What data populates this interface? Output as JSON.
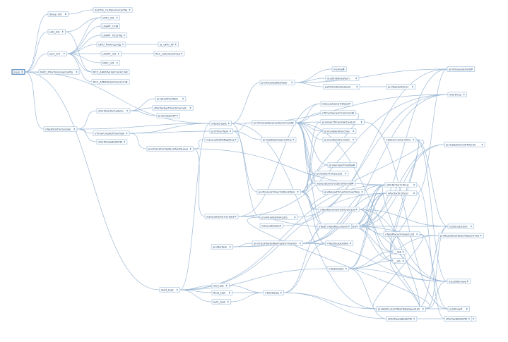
{
  "nodes": [
    {
      "id": "n0",
      "label": "main"
    },
    {
      "id": "n1",
      "label": "delay_init"
    },
    {
      "id": "n2",
      "label": "LED_Init"
    },
    {
      "id": "n3",
      "label": "uart_init"
    },
    {
      "id": "n4",
      "label": "NVIC_PriorityGroupConfig"
    },
    {
      "id": "n5",
      "label": "vTaskStartScheduler"
    },
    {
      "id": "n6",
      "label": "start_task"
    },
    {
      "id": "n7",
      "label": "SysTick_CLKSourceConfig"
    },
    {
      "id": "n8",
      "label": "GPIO_Init"
    },
    {
      "id": "n9",
      "label": "USART_Cmd"
    },
    {
      "id": "n10",
      "label": "USART_ITConfig"
    },
    {
      "id": "n11",
      "label": "GPIO_PinAFConfig"
    },
    {
      "id": "n12",
      "label": "USART_Init"
    },
    {
      "id": "n13",
      "label": "NVIC_Init"
    },
    {
      "id": "n14",
      "label": "RCC_AHB1PeriphClockCmd"
    },
    {
      "id": "n15",
      "label": "RCC_APB2PeriphClockCmd"
    },
    {
      "id": "n16",
      "label": "IS_GPIO_AF"
    },
    {
      "id": "n17",
      "label": "RCC_GetClocksFreq"
    },
    {
      "id": "n18",
      "label": "xPortStartScheduler"
    },
    {
      "id": "n19",
      "label": "prvStartFirstTask"
    },
    {
      "id": "n20",
      "label": "vPortSetupTimerInterrupt"
    },
    {
      "id": "n21",
      "label": "prvEnableVFP"
    },
    {
      "id": "n22",
      "label": "xTimerCreateTimerTask"
    },
    {
      "id": "n23",
      "label": "vPortRaiseBASEPRI"
    },
    {
      "id": "n24",
      "label": "prvCheckForValidListAndQueue"
    },
    {
      "id": "n25",
      "label": "xTaskCreate"
    },
    {
      "id": "n26",
      "label": "prvTimerTask"
    },
    {
      "id": "n27",
      "label": "vQueueAddToRegistry"
    },
    {
      "id": "n28",
      "label": "xQueueGenericCreate"
    },
    {
      "id": "n29",
      "label": "xTaskDelay"
    },
    {
      "id": "n30",
      "label": "led_task"
    },
    {
      "id": "n31",
      "label": "float_task"
    },
    {
      "id": "n32",
      "label": "led1_task"
    },
    {
      "id": "n33",
      "label": "prvInitialiseNewTask"
    },
    {
      "id": "n34",
      "label": "prvProcessReceivedCommands"
    },
    {
      "id": "n35",
      "label": "prvGetNextExpireTime"
    },
    {
      "id": "n36",
      "label": "prvSampleTimeNow"
    },
    {
      "id": "n37",
      "label": "xQueueGenericReset"
    },
    {
      "id": "n38",
      "label": "memset"
    },
    {
      "id": "n39",
      "label": "vListInitialiseItem"
    },
    {
      "id": "n40",
      "label": "pxPortInitialiseStack"
    },
    {
      "id": "n41",
      "label": "prvTaskExitError"
    },
    {
      "id": "n42",
      "label": "vListInitialise"
    },
    {
      "id": "n43",
      "label": "vPortFree"
    },
    {
      "id": "n44",
      "label": "prvAddNewTaskToReadyList"
    },
    {
      "id": "n45",
      "label": "vPortRaiseBASEPRI"
    },
    {
      "id": "n46",
      "label": "xQueueGenericReceive"
    },
    {
      "id": "n47",
      "label": "xTimerGenericCommand"
    },
    {
      "id": "n48",
      "label": "prvInsertTimerInActiveList"
    },
    {
      "id": "n49",
      "label": "prvCallbackFunction"
    },
    {
      "id": "n50",
      "label": "prvCallbackFunction"
    },
    {
      "id": "n51",
      "label": "prvSwitchTimerLists"
    },
    {
      "id": "n52",
      "label": "xQueueGenericSendFromISR"
    },
    {
      "id": "n53",
      "label": "prvReloadTimerForOverflow"
    },
    {
      "id": "n54",
      "label": "prvProcessTimerOrBlockTask"
    },
    {
      "id": "n55",
      "label": "xTaskRemoveFromEventList"
    },
    {
      "id": "n56",
      "label": "xTaskCheckForTimeOut"
    },
    {
      "id": "n57",
      "label": "xTaskResumeAll"
    },
    {
      "id": "n58",
      "label": "vTaskSuspendAll"
    },
    {
      "id": "n59",
      "label": "vTaskDelete"
    },
    {
      "id": "n60",
      "label": "prvCheckTasksWaitingTermination"
    },
    {
      "id": "n61",
      "label": "prvIdleTask"
    },
    {
      "id": "n62",
      "label": "prvInitialiseTaskLists"
    },
    {
      "id": "n63",
      "label": "prvResetNextTaskUnblockTime"
    },
    {
      "id": "n64",
      "label": "vQueueDelete"
    },
    {
      "id": "n65",
      "label": "vListInsertEnd"
    },
    {
      "id": "n66",
      "label": "vTaskPlaceOnEventList"
    },
    {
      "id": "n67",
      "label": "uxListRemove"
    },
    {
      "id": "n68",
      "label": "vListInsert"
    },
    {
      "id": "n69",
      "label": "prvAddCurrentTaskToDelayedList"
    },
    {
      "id": "n70",
      "label": "__dsb"
    },
    {
      "id": "n71",
      "label": "__isb"
    },
    {
      "id": "n72",
      "label": "xPortRaiseBASEPRI"
    },
    {
      "id": "n73",
      "label": "vPortEnterCritical"
    },
    {
      "id": "n74",
      "label": "vPortExitCritical"
    },
    {
      "id": "n75",
      "label": "xTaskIncrementTick"
    },
    {
      "id": "n76",
      "label": "xTaskGetTickCount"
    },
    {
      "id": "n77",
      "label": "vPortSetBASEPRI"
    },
    {
      "id": "n78",
      "label": "prvIsQueueEmpty"
    },
    {
      "id": "n79",
      "label": "prvGetDisinheritPriority"
    }
  ],
  "edges": [
    [
      "n0",
      "n1"
    ],
    [
      "n0",
      "n2"
    ],
    [
      "n0",
      "n3"
    ],
    [
      "n0",
      "n4"
    ],
    [
      "n0",
      "n5"
    ],
    [
      "n0",
      "n6"
    ],
    [
      "n0",
      "n25"
    ],
    [
      "n1",
      "n7"
    ],
    [
      "n2",
      "n8"
    ],
    [
      "n2",
      "n14"
    ],
    [
      "n3",
      "n8"
    ],
    [
      "n3",
      "n9"
    ],
    [
      "n3",
      "n10"
    ],
    [
      "n3",
      "n11"
    ],
    [
      "n3",
      "n12"
    ],
    [
      "n3",
      "n13"
    ],
    [
      "n3",
      "n14"
    ],
    [
      "n3",
      "n15"
    ],
    [
      "n11",
      "n16"
    ],
    [
      "n12",
      "n17"
    ],
    [
      "n5",
      "n18"
    ],
    [
      "n5",
      "n22"
    ],
    [
      "n5",
      "n23"
    ],
    [
      "n5",
      "n25"
    ],
    [
      "n18",
      "n19"
    ],
    [
      "n18",
      "n20"
    ],
    [
      "n18",
      "n21"
    ],
    [
      "n22",
      "n24"
    ],
    [
      "n22",
      "n25"
    ],
    [
      "n22",
      "n26"
    ],
    [
      "n24",
      "n27"
    ],
    [
      "n24",
      "n28"
    ],
    [
      "n24",
      "n73"
    ],
    [
      "n25",
      "n33"
    ],
    [
      "n25",
      "n44"
    ],
    [
      "n25",
      "n43"
    ],
    [
      "n25",
      "n62"
    ],
    [
      "n33",
      "n38"
    ],
    [
      "n33",
      "n39"
    ],
    [
      "n33",
      "n40"
    ],
    [
      "n33",
      "n42"
    ],
    [
      "n40",
      "n41"
    ],
    [
      "n26",
      "n34"
    ],
    [
      "n26",
      "n35"
    ],
    [
      "n26",
      "n54"
    ],
    [
      "n34",
      "n37"
    ],
    [
      "n34",
      "n47"
    ],
    [
      "n34",
      "n48"
    ],
    [
      "n34",
      "n49"
    ],
    [
      "n34",
      "n50"
    ],
    [
      "n34",
      "n36"
    ],
    [
      "n34",
      "n53"
    ],
    [
      "n34",
      "n51"
    ],
    [
      "n34",
      "n52"
    ],
    [
      "n34",
      "n46"
    ],
    [
      "n34",
      "n67"
    ],
    [
      "n54",
      "n36"
    ],
    [
      "n54",
      "n51"
    ],
    [
      "n54",
      "n52"
    ],
    [
      "n54",
      "n55"
    ],
    [
      "n54",
      "n57"
    ],
    [
      "n54",
      "n58"
    ],
    [
      "n54",
      "n49"
    ],
    [
      "n54",
      "n48"
    ],
    [
      "n28",
      "n37"
    ],
    [
      "n28",
      "n43"
    ],
    [
      "n28",
      "n57"
    ],
    [
      "n6",
      "n25"
    ],
    [
      "n6",
      "n30"
    ],
    [
      "n6",
      "n31"
    ],
    [
      "n6",
      "n32"
    ],
    [
      "n6",
      "n59"
    ],
    [
      "n6",
      "n73"
    ],
    [
      "n6",
      "n74"
    ],
    [
      "n30",
      "n29"
    ],
    [
      "n31",
      "n29"
    ],
    [
      "n32",
      "n29"
    ],
    [
      "n29",
      "n58"
    ],
    [
      "n29",
      "n57"
    ],
    [
      "n29",
      "n69"
    ],
    [
      "n29",
      "n72"
    ],
    [
      "n57",
      "n70"
    ],
    [
      "n57",
      "n71"
    ],
    [
      "n57",
      "n76"
    ],
    [
      "n57",
      "n65"
    ],
    [
      "n57",
      "n67"
    ],
    [
      "n57",
      "n63"
    ],
    [
      "n57",
      "n73"
    ],
    [
      "n57",
      "n74"
    ],
    [
      "n59",
      "n70"
    ],
    [
      "n59",
      "n71"
    ],
    [
      "n59",
      "n63"
    ],
    [
      "n59",
      "n67"
    ],
    [
      "n59",
      "n73"
    ],
    [
      "n59",
      "n74"
    ],
    [
      "n59",
      "n72"
    ],
    [
      "n61",
      "n60"
    ],
    [
      "n61",
      "n58"
    ],
    [
      "n60",
      "n57"
    ],
    [
      "n60",
      "n73"
    ],
    [
      "n60",
      "n74"
    ],
    [
      "n60",
      "n67"
    ],
    [
      "n60",
      "n43"
    ],
    [
      "n55",
      "n70"
    ],
    [
      "n55",
      "n71"
    ],
    [
      "n55",
      "n65"
    ],
    [
      "n55",
      "n67"
    ],
    [
      "n55",
      "n73"
    ],
    [
      "n56",
      "n74"
    ],
    [
      "n56",
      "n73"
    ],
    [
      "n46",
      "n56"
    ],
    [
      "n46",
      "n57"
    ],
    [
      "n46",
      "n66"
    ],
    [
      "n46",
      "n73"
    ],
    [
      "n46",
      "n74"
    ],
    [
      "n46",
      "n78"
    ],
    [
      "n46",
      "n79"
    ],
    [
      "n66",
      "n68"
    ],
    [
      "n66",
      "n69"
    ],
    [
      "n69",
      "n67"
    ],
    [
      "n69",
      "n68"
    ],
    [
      "n69",
      "n65"
    ],
    [
      "n73",
      "n77"
    ],
    [
      "n74",
      "n42"
    ],
    [
      "n74",
      "n70"
    ],
    [
      "n75",
      "n55"
    ],
    [
      "n75",
      "n70"
    ],
    [
      "n75",
      "n71"
    ],
    [
      "n75",
      "n67"
    ],
    [
      "n75",
      "n65"
    ],
    [
      "n44",
      "n62"
    ],
    [
      "n44",
      "n65"
    ],
    [
      "n44",
      "n73"
    ],
    [
      "n44",
      "n70"
    ],
    [
      "n44",
      "n71"
    ],
    [
      "n62",
      "n42"
    ],
    [
      "n47",
      "n52"
    ],
    [
      "n72",
      "n77"
    ],
    [
      "n64",
      "n43"
    ],
    [
      "n48",
      "n68"
    ]
  ]
}
